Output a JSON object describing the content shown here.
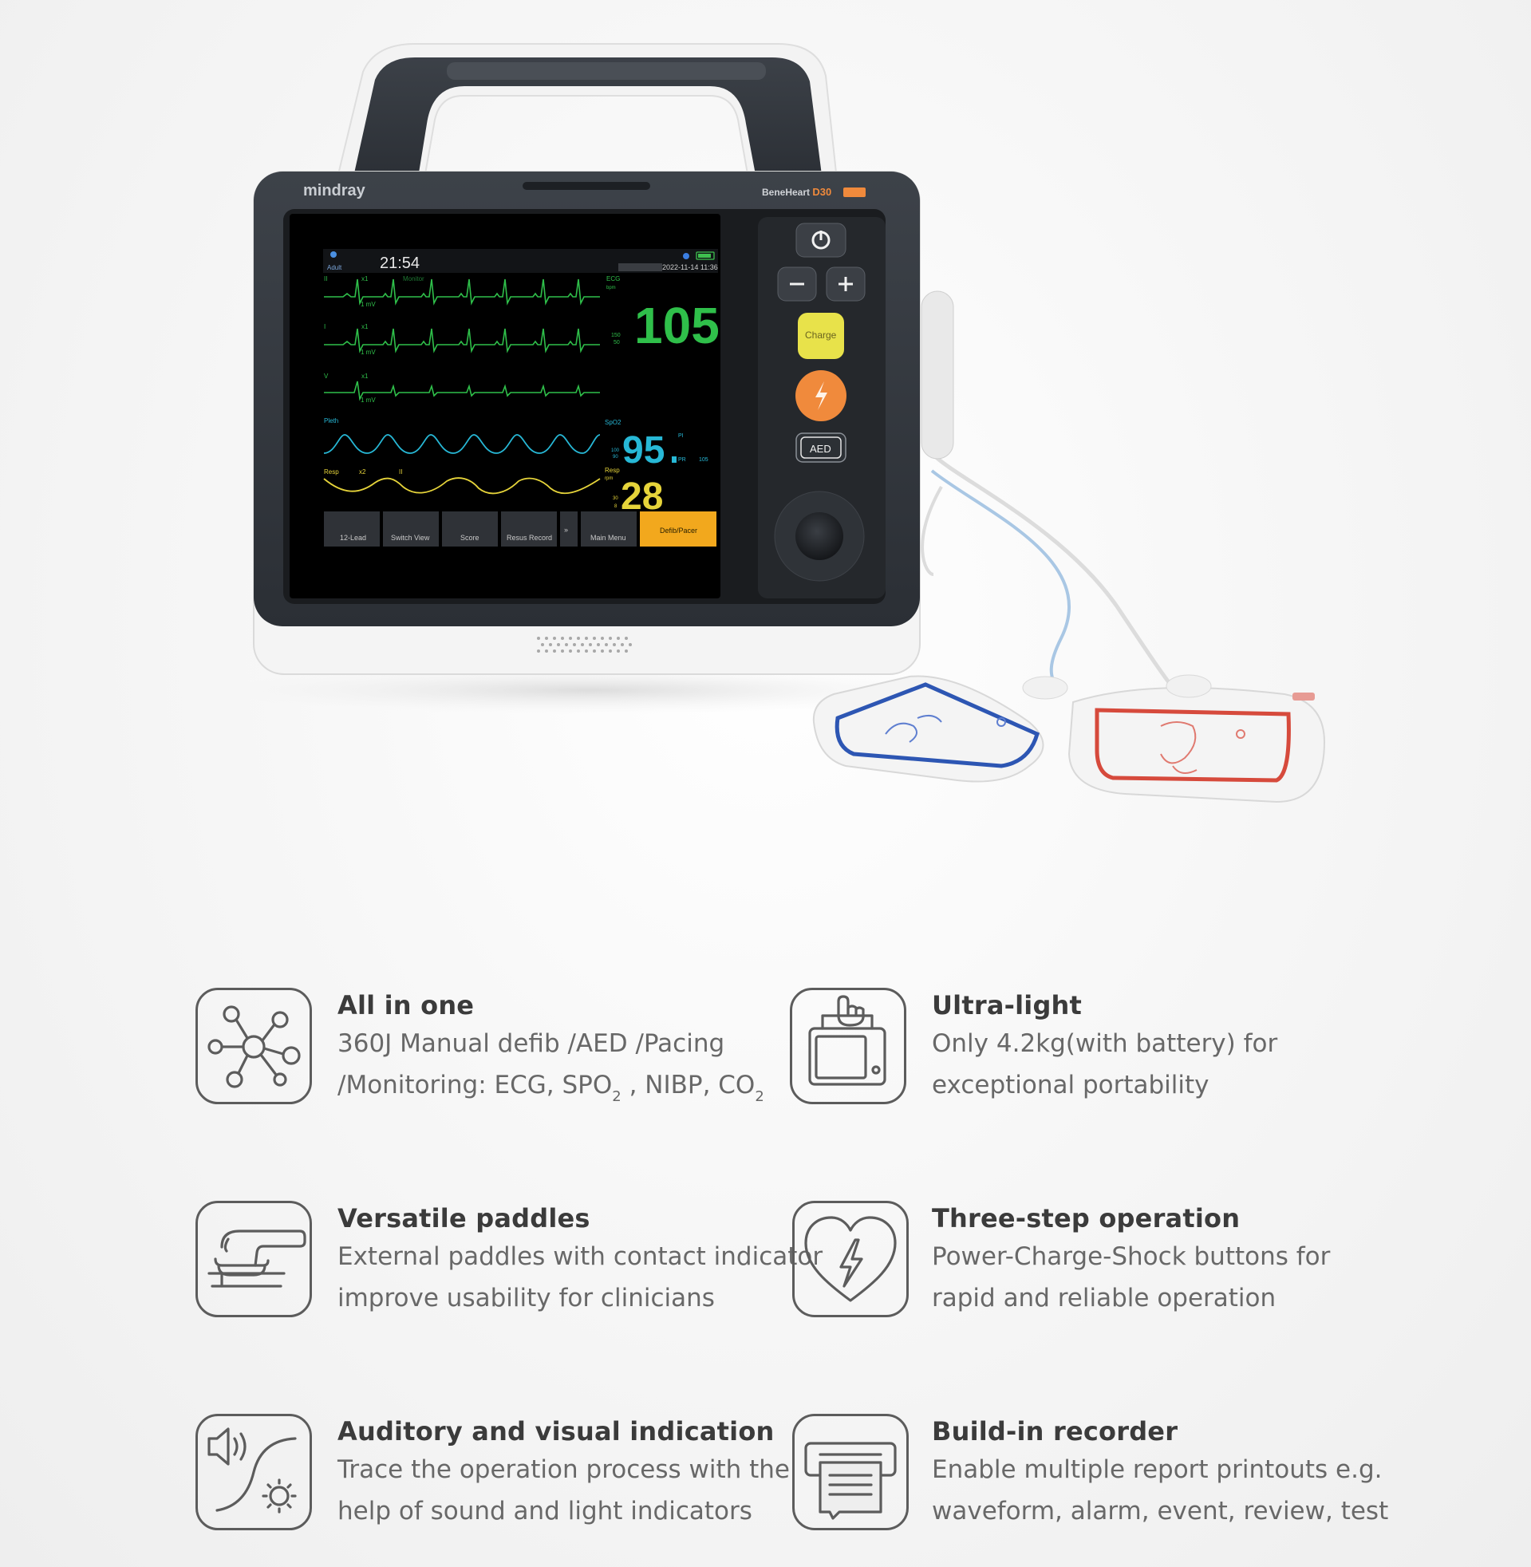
{
  "device": {
    "brand": "mindray",
    "model": "BeneHeart",
    "model_suffix": "D30",
    "screen": {
      "patient_type": "Adult",
      "time": "21:54",
      "date": "2022-11-14 11:36",
      "lead_labels": [
        "II",
        "I",
        "V"
      ],
      "monitor_label": "Monitor",
      "scale_label": "x1",
      "mv_label": "1 mV",
      "ecg_label": "ECG",
      "ecg_unit": "bpm",
      "ecg_limits": [
        "150",
        "50"
      ],
      "heart_rate": "105",
      "pleth_label": "Pleth",
      "spo2_label": "SpO2",
      "spo2_limits": [
        "100",
        "90"
      ],
      "spo2": "95",
      "pi_label": "PI",
      "pr_label": "PR",
      "pr_value": "105",
      "resp_label": "Resp",
      "resp_scale": "x2",
      "resp_lead": "II",
      "resp_unit": "rpm",
      "resp_limits": [
        "30",
        "8"
      ],
      "resp": "28",
      "softkeys": [
        "12-Lead",
        "Switch View",
        "Score",
        "Resus Record",
        "Main Menu",
        "Defib/Pacer"
      ]
    },
    "buttons": {
      "charge": "Charge",
      "aed": "AED"
    },
    "colors": {
      "ecg": "#2fbf4a",
      "spo2": "#27b8d6",
      "resp": "#e6d43a",
      "charge": "#e8e24a",
      "shock": "#f08a3c",
      "defib_key": "#f2a81d",
      "pad_left": "#2d56b3",
      "pad_right": "#d64a3c"
    }
  },
  "features": [
    {
      "icon": "network-hub-icon",
      "title": "All in one",
      "lines": [
        "360J Manual defib /AED /Pacing"
      ],
      "line2": {
        "a": "/Monitoring: ECG, SPO",
        "sub1": "2",
        "b": " , NIBP, CO",
        "sub2": "2"
      }
    },
    {
      "icon": "hand-carry-device-icon",
      "title": "Ultra-light",
      "lines": [
        "Only 4.2kg(with battery) for",
        "exceptional portability"
      ]
    },
    {
      "icon": "paddle-icon",
      "title": "Versatile paddles",
      "lines": [
        "External paddles with contact indicator",
        "improve usability for clinicians"
      ]
    },
    {
      "icon": "heart-shock-icon",
      "title": "Three-step operation",
      "lines": [
        "Power-Charge-Shock buttons for",
        "rapid and reliable operation"
      ]
    },
    {
      "icon": "sound-light-icon",
      "title": "Auditory and visual indication",
      "lines": [
        "Trace the operation process with the",
        "help of sound and light indicators"
      ]
    },
    {
      "icon": "printer-icon",
      "title": "Build-in recorder",
      "lines": [
        "Enable multiple report printouts e.g.",
        "waveform, alarm, event, review, test"
      ]
    }
  ]
}
